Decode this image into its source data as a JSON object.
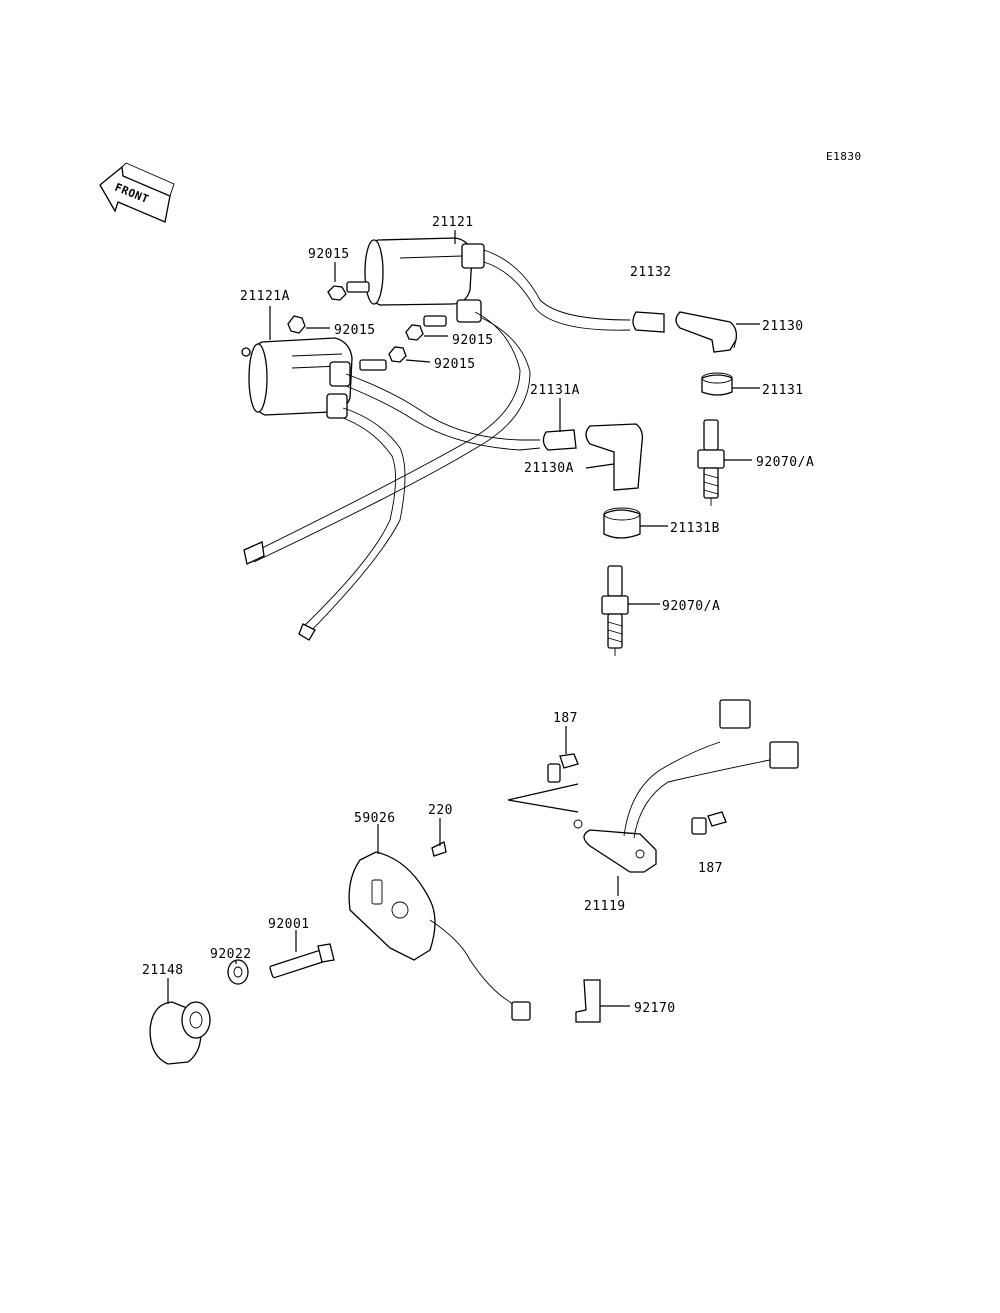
{
  "diagram_code": "E1830",
  "front_arrow_label": "FRONT",
  "callouts": {
    "c21121": "21121",
    "c92015_top": "92015",
    "c21121A": "21121A",
    "c92015_left": "92015",
    "c92015_mid": "92015",
    "c92015_low": "92015",
    "c21132": "21132",
    "c21130": "21130",
    "c21131": "21131",
    "c21131A": "21131A",
    "c21130A": "21130A",
    "c92070A_top": "92070/A",
    "c21131B": "21131B",
    "c92070A_low": "92070/A",
    "c187_top": "187",
    "c187_right": "187",
    "c21119": "21119",
    "c220": "220",
    "c59026": "59026",
    "c92001": "92001",
    "c92022": "92022",
    "c21148": "21148",
    "c92170": "92170"
  }
}
